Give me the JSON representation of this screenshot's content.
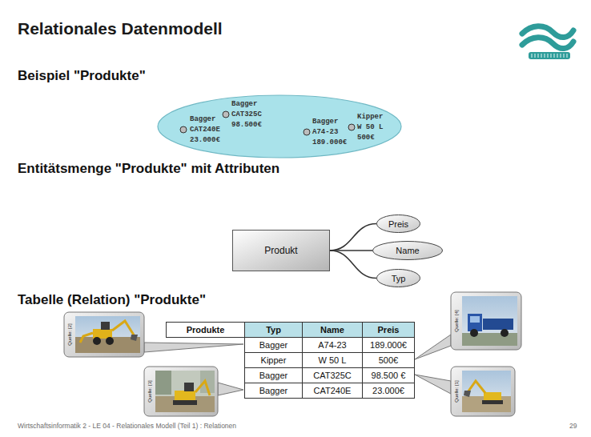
{
  "diagram": {
    "title": "Relationales Datenmodell",
    "nodes": [
      {
        "text": [
          "Bagger CAT240E 23.000€",
          "Bagger CAT325C 98.500€",
          "Bagger A74-23 189.000€",
          "Kipper W 50 L 500€"
        ]
      },
      {
        "text": [
          "Produkt"
        ]
      },
      {
        "text": [
          "Preis"
        ]
      },
      {
        "text": [
          "Name"
        ]
      },
      {
        "text": [
          "Typ"
        ]
      }
    ],
    "edges": [
      {
        "from": 1,
        "to": 2,
        "arrow": "none"
      },
      {
        "from": 1,
        "to": 3,
        "arrow": "none"
      },
      {
        "from": 1,
        "to": 4,
        "arrow": "none"
      }
    ],
    "labels": [
      "Beispiel \"Produkte\"",
      "Entitätsmenge \"Produkte\" mit Attributen",
      "Tabelle (Relation) \"Produkte\"",
      "Produkte",
      "Typ",
      "Name",
      "Preis",
      "Bagger",
      "A74-23",
      "189.000€",
      "Kipper",
      "W 50 L",
      "500€",
      "Bagger",
      "CAT325C",
      "98.500 €",
      "Bagger",
      "CAT240E",
      "23.000€",
      "Quelle: [2]",
      "Quelle: [3]",
      "Quelle: [4]",
      "Quelle: [1]",
      "Wirtschaftsinformatik 2 - LE 04 - Relationales Modell (Teil 1) : Relationen",
      "29"
    ]
  }
}
